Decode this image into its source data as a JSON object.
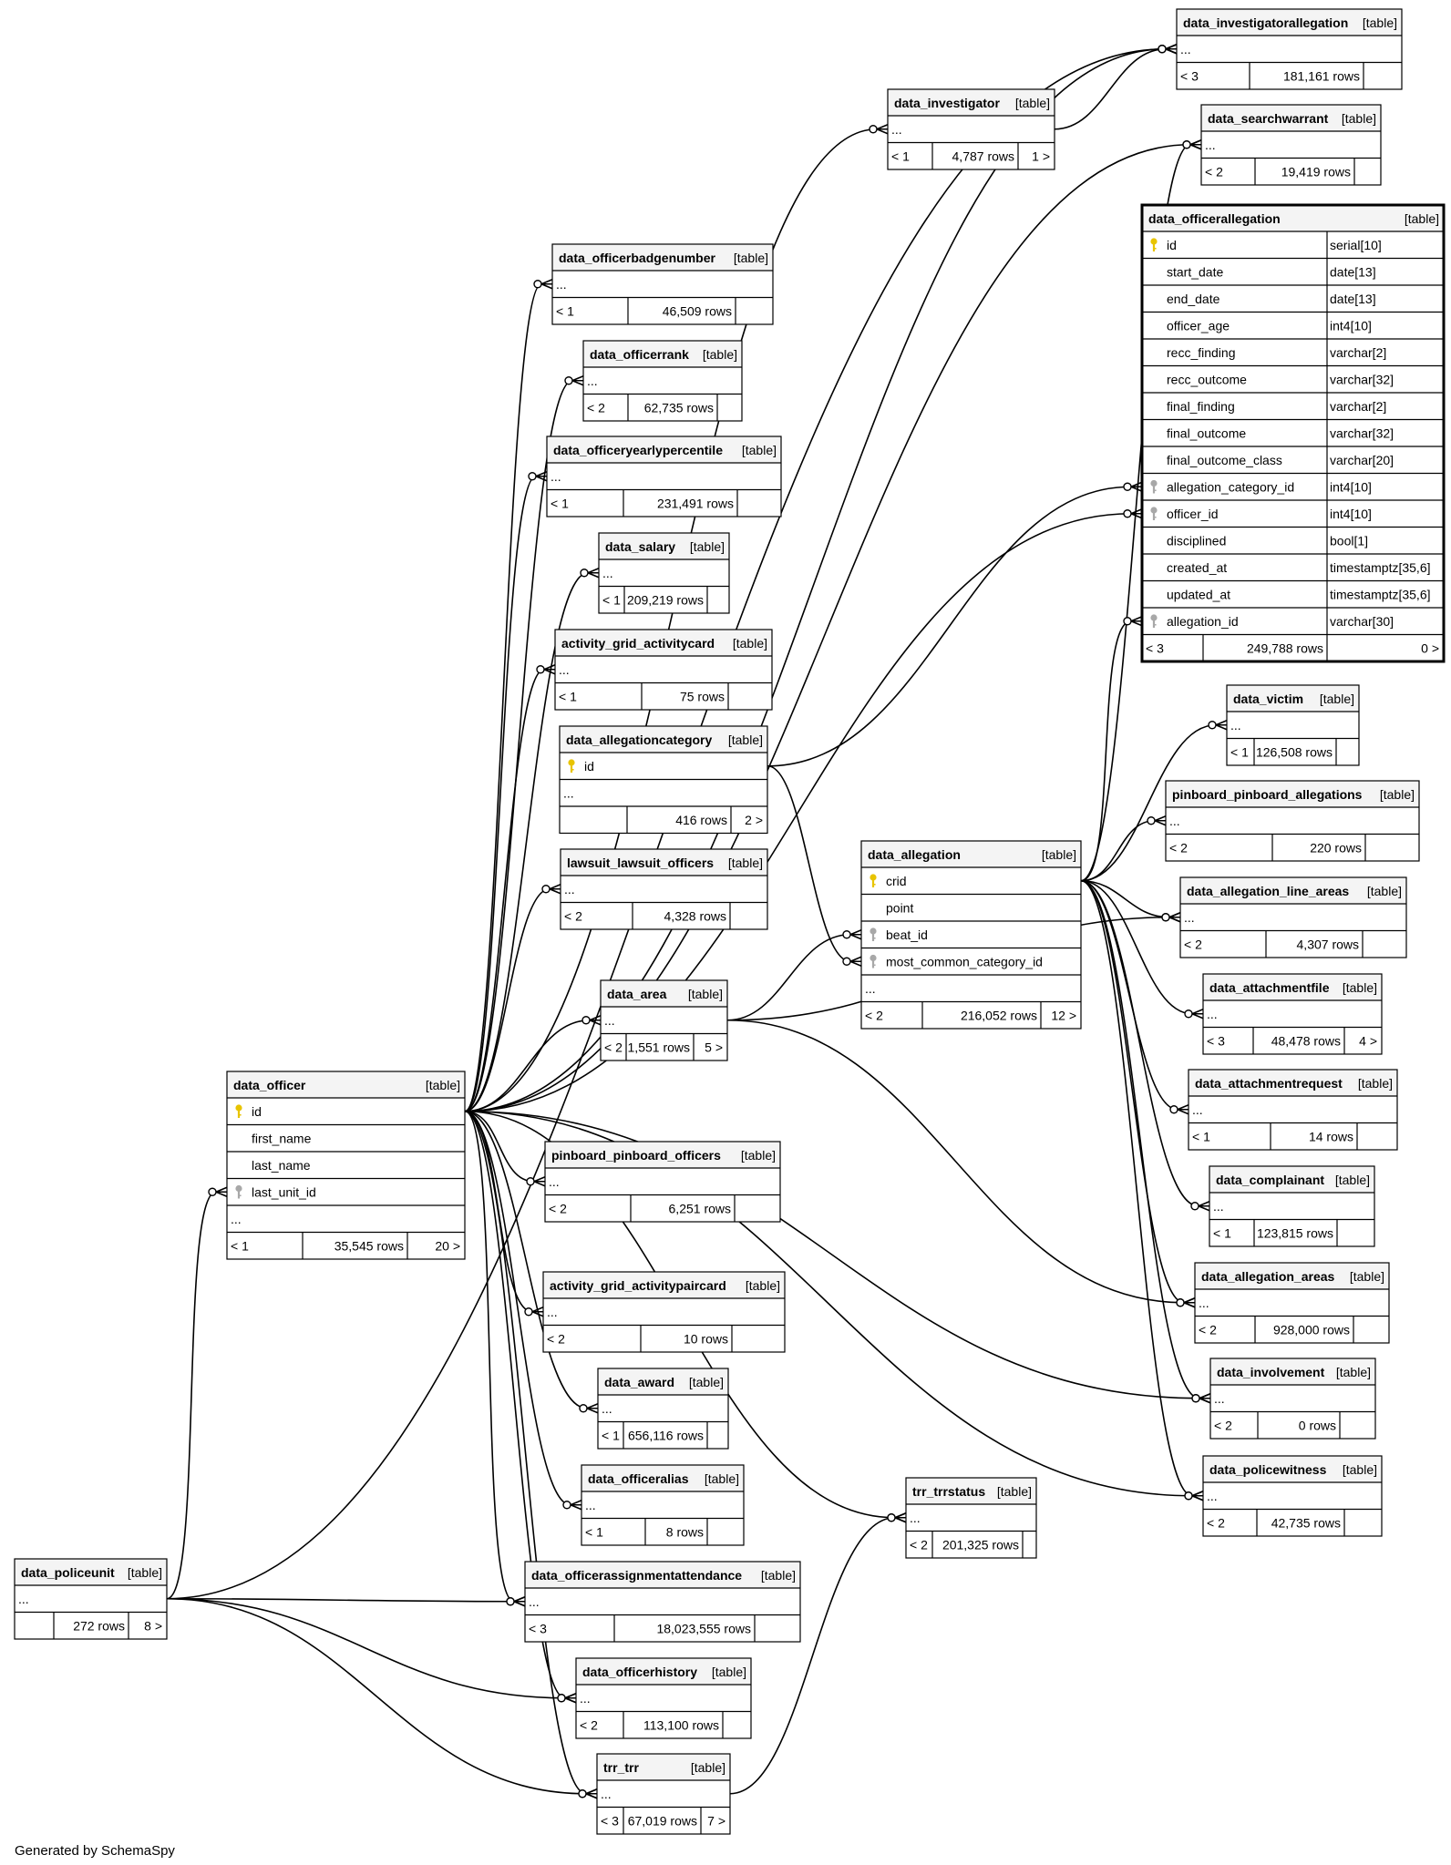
{
  "footer": "Generated by SchemaSpy",
  "type_tag": "[table]",
  "tables": [
    {
      "key": "investigatorallegation",
      "name": "data_investigatorallegation",
      "columns": [
        {
          "text": "..."
        }
      ],
      "footer": [
        "< 3",
        "181,161 rows",
        ""
      ]
    },
    {
      "key": "investigator",
      "name": "data_investigator",
      "columns": [
        {
          "text": "..."
        }
      ],
      "footer": [
        "< 1",
        "4,787 rows",
        "1 >"
      ]
    },
    {
      "key": "searchwarrant",
      "name": "data_searchwarrant",
      "columns": [
        {
          "text": "..."
        }
      ],
      "footer": [
        "< 2",
        "19,419 rows",
        ""
      ]
    },
    {
      "key": "officerallegation",
      "name": "data_officerallegation",
      "focus": true,
      "columns": [
        {
          "text": "id",
          "type": "serial[10]",
          "key": "pk"
        },
        {
          "text": "start_date",
          "type": "date[13]"
        },
        {
          "text": "end_date",
          "type": "date[13]"
        },
        {
          "text": "officer_age",
          "type": "int4[10]"
        },
        {
          "text": "recc_finding",
          "type": "varchar[2]"
        },
        {
          "text": "recc_outcome",
          "type": "varchar[32]"
        },
        {
          "text": "final_finding",
          "type": "varchar[2]"
        },
        {
          "text": "final_outcome",
          "type": "varchar[32]"
        },
        {
          "text": "final_outcome_class",
          "type": "varchar[20]"
        },
        {
          "text": "allegation_category_id",
          "type": "int4[10]",
          "key": "fk"
        },
        {
          "text": "officer_id",
          "type": "int4[10]",
          "key": "fk"
        },
        {
          "text": "disciplined",
          "type": "bool[1]"
        },
        {
          "text": "created_at",
          "type": "timestamptz[35,6]"
        },
        {
          "text": "updated_at",
          "type": "timestamptz[35,6]"
        },
        {
          "text": "allegation_id",
          "type": "varchar[30]",
          "key": "fk"
        }
      ],
      "footer": [
        "< 3",
        "249,788 rows",
        "0 >"
      ]
    },
    {
      "key": "officerbadgenumber",
      "name": "data_officerbadgenumber",
      "columns": [
        {
          "text": "..."
        }
      ],
      "footer": [
        "< 1",
        "46,509 rows",
        ""
      ]
    },
    {
      "key": "officerrank",
      "name": "data_officerrank",
      "columns": [
        {
          "text": "..."
        }
      ],
      "footer": [
        "< 2",
        "62,735 rows",
        ""
      ]
    },
    {
      "key": "officeryearlypercentile",
      "name": "data_officeryearlypercentile",
      "columns": [
        {
          "text": "..."
        }
      ],
      "footer": [
        "< 1",
        "231,491 rows",
        ""
      ]
    },
    {
      "key": "salary",
      "name": "data_salary",
      "columns": [
        {
          "text": "..."
        }
      ],
      "footer": [
        "< 1",
        "209,219 rows",
        ""
      ]
    },
    {
      "key": "activitycard",
      "name": "activity_grid_activitycard",
      "columns": [
        {
          "text": "..."
        }
      ],
      "footer": [
        "< 1",
        "75 rows",
        ""
      ]
    },
    {
      "key": "allegationcategory",
      "name": "data_allegationcategory",
      "columns": [
        {
          "text": "id",
          "key": "pk"
        },
        {
          "text": "..."
        }
      ],
      "footer": [
        "",
        "416 rows",
        "2 >"
      ]
    },
    {
      "key": "lawsuit",
      "name": "lawsuit_lawsuit_officers",
      "columns": [
        {
          "text": "..."
        }
      ],
      "footer": [
        "< 2",
        "4,328 rows",
        ""
      ]
    },
    {
      "key": "area",
      "name": "data_area",
      "columns": [
        {
          "text": "..."
        }
      ],
      "footer": [
        "< 2",
        "1,551 rows",
        "5 >"
      ]
    },
    {
      "key": "allegation",
      "name": "data_allegation",
      "columns": [
        {
          "text": "crid",
          "key": "pk"
        },
        {
          "text": "point"
        },
        {
          "text": "beat_id",
          "key": "fk"
        },
        {
          "text": "most_common_category_id",
          "key": "fk"
        },
        {
          "text": "..."
        }
      ],
      "footer": [
        "< 2",
        "216,052 rows",
        "12 >"
      ]
    },
    {
      "key": "victim",
      "name": "data_victim",
      "columns": [
        {
          "text": "..."
        }
      ],
      "footer": [
        "< 1",
        "126,508 rows",
        ""
      ]
    },
    {
      "key": "pinboardallegations",
      "name": "pinboard_pinboard_allegations",
      "columns": [
        {
          "text": "..."
        }
      ],
      "footer": [
        "< 2",
        "220 rows",
        ""
      ]
    },
    {
      "key": "allegationlineareas",
      "name": "data_allegation_line_areas",
      "columns": [
        {
          "text": "..."
        }
      ],
      "footer": [
        "< 2",
        "4,307 rows",
        ""
      ]
    },
    {
      "key": "attachmentfile",
      "name": "data_attachmentfile",
      "columns": [
        {
          "text": "..."
        }
      ],
      "footer": [
        "< 3",
        "48,478 rows",
        "4 >"
      ]
    },
    {
      "key": "attachmentrequest",
      "name": "data_attachmentrequest",
      "columns": [
        {
          "text": "..."
        }
      ],
      "footer": [
        "< 1",
        "14 rows",
        ""
      ]
    },
    {
      "key": "complainant",
      "name": "data_complainant",
      "columns": [
        {
          "text": "..."
        }
      ],
      "footer": [
        "< 1",
        "123,815 rows",
        ""
      ]
    },
    {
      "key": "allegationareas",
      "name": "data_allegation_areas",
      "columns": [
        {
          "text": "..."
        }
      ],
      "footer": [
        "< 2",
        "928,000 rows",
        ""
      ]
    },
    {
      "key": "involvement",
      "name": "data_involvement",
      "columns": [
        {
          "text": "..."
        }
      ],
      "footer": [
        "< 2",
        "0 rows",
        ""
      ]
    },
    {
      "key": "policewitness",
      "name": "data_policewitness",
      "columns": [
        {
          "text": "..."
        }
      ],
      "footer": [
        "< 2",
        "42,735 rows",
        ""
      ]
    },
    {
      "key": "officer",
      "name": "data_officer",
      "columns": [
        {
          "text": "id",
          "key": "pk"
        },
        {
          "text": "first_name"
        },
        {
          "text": "last_name"
        },
        {
          "text": "last_unit_id",
          "key": "fk"
        },
        {
          "text": "..."
        }
      ],
      "footer": [
        "< 1",
        "35,545 rows",
        "20 >"
      ]
    },
    {
      "key": "pinboardofficers",
      "name": "pinboard_pinboard_officers",
      "columns": [
        {
          "text": "..."
        }
      ],
      "footer": [
        "< 2",
        "6,251 rows",
        ""
      ]
    },
    {
      "key": "activitypaircard",
      "name": "activity_grid_activitypaircard",
      "columns": [
        {
          "text": "..."
        }
      ],
      "footer": [
        "< 2",
        "10 rows",
        ""
      ]
    },
    {
      "key": "award",
      "name": "data_award",
      "columns": [
        {
          "text": "..."
        }
      ],
      "footer": [
        "< 1",
        "656,116 rows",
        ""
      ]
    },
    {
      "key": "officeralias",
      "name": "data_officeralias",
      "columns": [
        {
          "text": "..."
        }
      ],
      "footer": [
        "< 1",
        "8 rows",
        ""
      ]
    },
    {
      "key": "trrstatus",
      "name": "trr_trrstatus",
      "columns": [
        {
          "text": "..."
        }
      ],
      "footer": [
        "< 2",
        "201,325 rows",
        ""
      ]
    },
    {
      "key": "policeunit",
      "name": "data_policeunit",
      "columns": [
        {
          "text": "..."
        }
      ],
      "footer": [
        "",
        "272 rows",
        "8 >"
      ]
    },
    {
      "key": "assignmentattendance",
      "name": "data_officerassignmentattendance",
      "columns": [
        {
          "text": "..."
        }
      ],
      "footer": [
        "< 3",
        "18,023,555 rows",
        ""
      ]
    },
    {
      "key": "officerhistory",
      "name": "data_officerhistory",
      "columns": [
        {
          "text": "..."
        }
      ],
      "footer": [
        "< 2",
        "113,100 rows",
        ""
      ]
    },
    {
      "key": "trr",
      "name": "trr_trr",
      "columns": [
        {
          "text": "..."
        }
      ],
      "footer": [
        "< 3",
        "67,019 rows",
        "7 >"
      ]
    }
  ]
}
